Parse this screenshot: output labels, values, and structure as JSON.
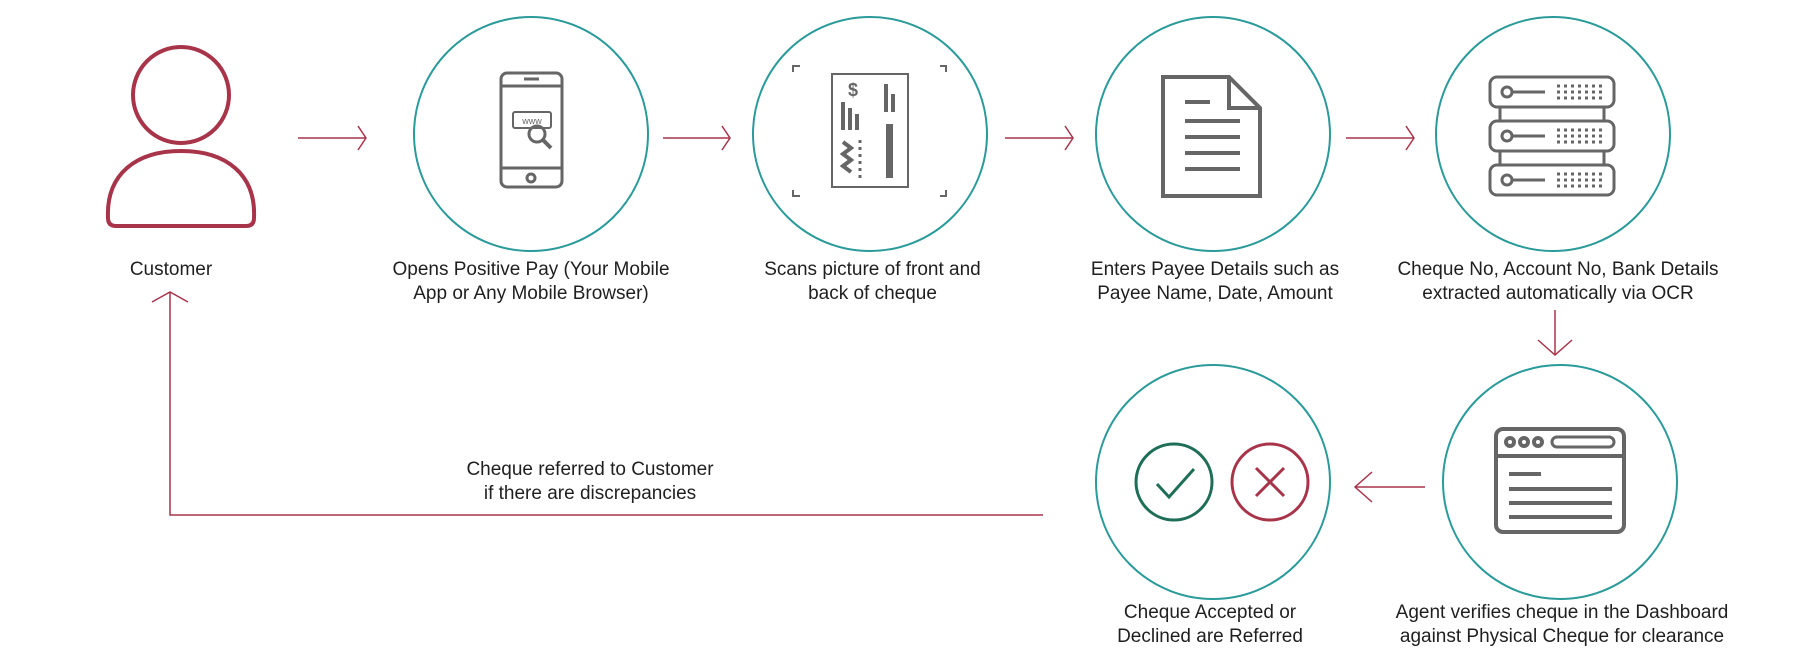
{
  "steps": {
    "customer": {
      "lines": [
        "Customer"
      ],
      "icon": "customer-icon"
    },
    "open_app": {
      "lines": [
        "Opens Positive Pay (Your Mobile",
        "App or Any Mobile Browser)"
      ],
      "icon": "mobile-phone-icon"
    },
    "scan": {
      "lines": [
        "Scans picture of front and",
        "back of cheque"
      ],
      "icon": "cheque-scan-icon"
    },
    "payee": {
      "lines": [
        "Enters Payee Details such as",
        "Payee Name, Date, Amount"
      ],
      "icon": "document-icon"
    },
    "ocr": {
      "lines": [
        "Cheque No, Account No, Bank Details",
        "extracted automatically via OCR"
      ],
      "icon": "server-icon"
    },
    "verify": {
      "lines": [
        "Agent verifies cheque in the Dashboard",
        "against Physical Cheque for clearance"
      ],
      "icon": "dashboard-window-icon"
    },
    "decision": {
      "lines": [
        "Cheque Accepted or",
        "Declined are Referred"
      ],
      "icon": "accept-decline-icon"
    }
  },
  "referral_note": {
    "lines": [
      "Cheque referred to Customer",
      "if there are discrepancies"
    ]
  },
  "colors": {
    "brand": "#a8344a",
    "circle": "#2a9a9a",
    "icon": "#666666",
    "accept": "#1f6e57",
    "decline": "#a8344a"
  }
}
